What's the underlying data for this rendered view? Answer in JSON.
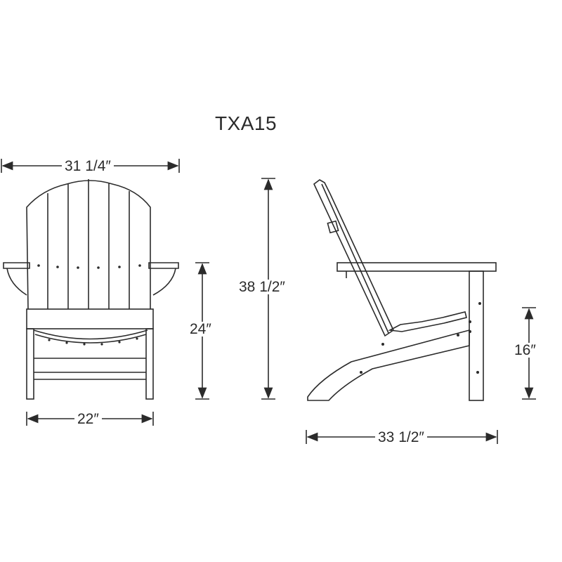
{
  "title": "TXA15",
  "colors": {
    "line": "#2b2b2b",
    "background": "#ffffff"
  },
  "front_view": {
    "width_top": "31 1/4″",
    "height_arm": "24″",
    "width_base": "22″"
  },
  "side_view": {
    "height_total": "38 1/2″",
    "seat_height": "16″",
    "depth": "33 1/2″"
  }
}
